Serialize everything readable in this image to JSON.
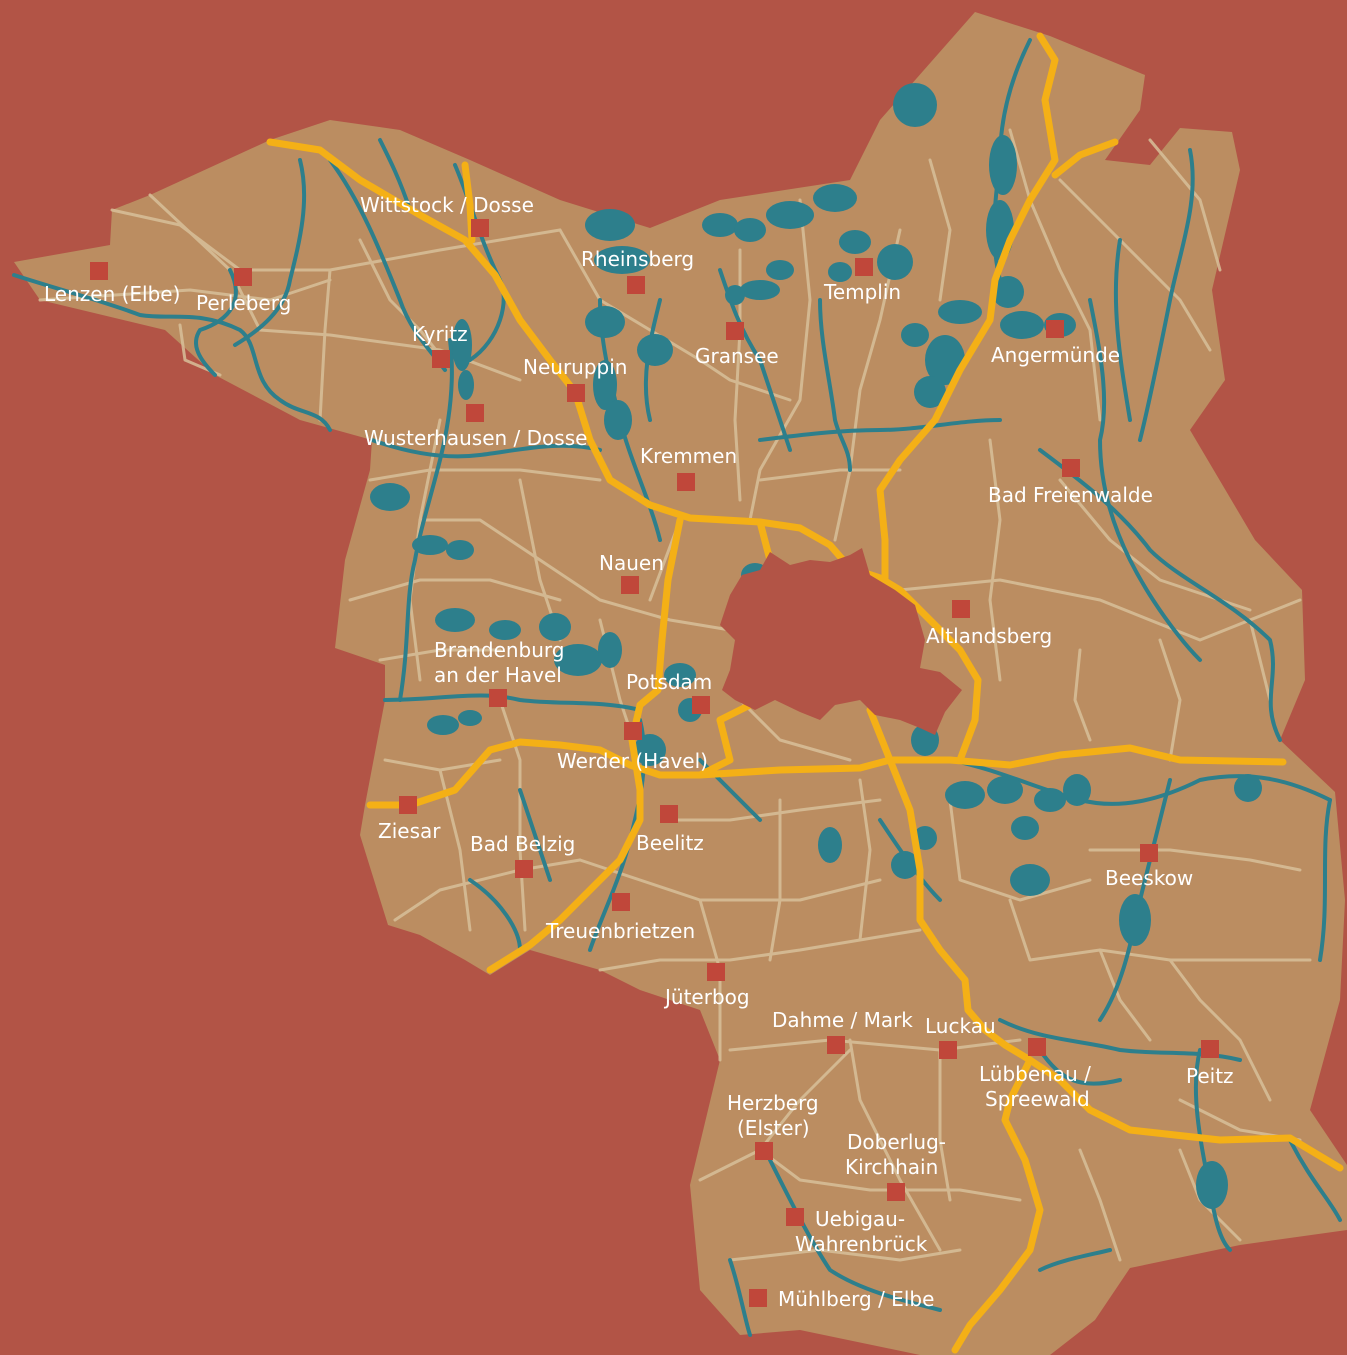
{
  "colors": {
    "background": "#b25446",
    "land": "#bb8d61",
    "water": "#2d7f8c",
    "roads_minor": "#d8c09a",
    "highways": "#f4b016",
    "town_marker": "#c0473a",
    "label": "#ffffff",
    "berlin": "#b25446"
  },
  "towns": [
    {
      "id": "lenzen",
      "label": "Lenzen (Elbe)"
    },
    {
      "id": "perleberg",
      "label": "Perleberg"
    },
    {
      "id": "wittstock",
      "label": "Wittstock / Dosse"
    },
    {
      "id": "kyritz",
      "label": "Kyritz"
    },
    {
      "id": "wusterhausen",
      "label": "Wusterhausen / Dosse"
    },
    {
      "id": "neuruppin",
      "label": "Neuruppin"
    },
    {
      "id": "rheinsberg",
      "label": "Rheinsberg"
    },
    {
      "id": "gransee",
      "label": "Gransee"
    },
    {
      "id": "templin",
      "label": "Templin"
    },
    {
      "id": "angermuende",
      "label": "Angermünde"
    },
    {
      "id": "bad-freienwalde",
      "label": "Bad Freienwalde"
    },
    {
      "id": "kremmen",
      "label": "Kremmen"
    },
    {
      "id": "nauen",
      "label": "Nauen"
    },
    {
      "id": "altlandsberg",
      "label": "Altlandsberg"
    },
    {
      "id": "brandenburg",
      "label": "Brandenburg",
      "label2": "an der Havel"
    },
    {
      "id": "potsdam",
      "label": "Potsdam"
    },
    {
      "id": "werder",
      "label": "Werder (Havel)"
    },
    {
      "id": "ziesar",
      "label": "Ziesar"
    },
    {
      "id": "bad-belzig",
      "label": "Bad Belzig"
    },
    {
      "id": "beelitz",
      "label": "Beelitz"
    },
    {
      "id": "treuenbrietzen",
      "label": "Treuenbrietzen"
    },
    {
      "id": "beeskow",
      "label": "Beeskow"
    },
    {
      "id": "jueterbog",
      "label": "Jüterbog"
    },
    {
      "id": "dahme",
      "label": "Dahme / Mark"
    },
    {
      "id": "luckau",
      "label": "Luckau"
    },
    {
      "id": "luebbenau",
      "label": "Lübbenau /",
      "label2": "Spreewald"
    },
    {
      "id": "peitz",
      "label": "Peitz"
    },
    {
      "id": "herzberg",
      "label": "Herzberg",
      "label2": "(Elster)"
    },
    {
      "id": "doberlug",
      "label": "Doberlug-",
      "label2": "Kirchhain"
    },
    {
      "id": "uebigau",
      "label": "Uebigau-",
      "label2": "Wahrenbrück"
    },
    {
      "id": "muehlberg",
      "label": "Mühlberg / Elbe"
    }
  ]
}
